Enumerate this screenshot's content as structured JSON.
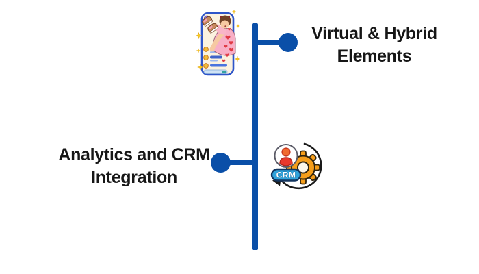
{
  "page": {
    "background": "#ffffff",
    "text_color": "#161616"
  },
  "timeline": {
    "line_color": "#0A4FA8",
    "items": [
      {
        "label_lines": [
          "Virtual & Hybrid",
          "Elements"
        ],
        "side": "right",
        "icon": "social-phone-illustration"
      },
      {
        "label_lines": [
          "Analytics and CRM",
          "Integration"
        ],
        "side": "left",
        "icon": "crm-sync-icon"
      }
    ]
  },
  "crm_icon": {
    "badge_text": "CRM",
    "gear_color": "#F59E1B",
    "badge_color": "#2EA2DB",
    "person_color": "#E8392D",
    "arrow_color": "#1a1a1a"
  },
  "phone_illustration": {
    "phone_border_color": "#2E55C9",
    "screen_color": "#FBF2E0",
    "shirt_color": "#F8AFC6",
    "skin_color": "#F6C9A2",
    "hair_color": "#714327",
    "sneaker_color": "#C78B5E",
    "heart_color": "#E03A45",
    "sparkle_color": "#F7C81E",
    "list_bar_color": "#4A74DE"
  }
}
